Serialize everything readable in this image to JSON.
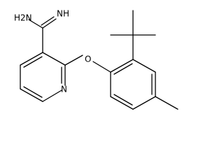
{
  "molecule": {
    "atom_labels": {
      "amine": "H2N",
      "imine": "NH",
      "ether_oxygen": "O",
      "pyridine_nitrogen": "N"
    }
  }
}
